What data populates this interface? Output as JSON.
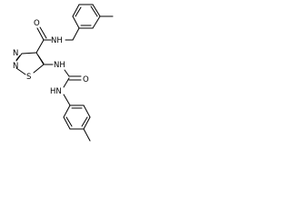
{
  "molecule": {
    "atoms": {
      "O": "O",
      "NH_amide": "NH",
      "S": "S",
      "N_ring_upper": "N",
      "N_ring_lower": "N",
      "NH_upper": "NH",
      "O_urea": "O",
      "NH_lower": "HN"
    }
  }
}
